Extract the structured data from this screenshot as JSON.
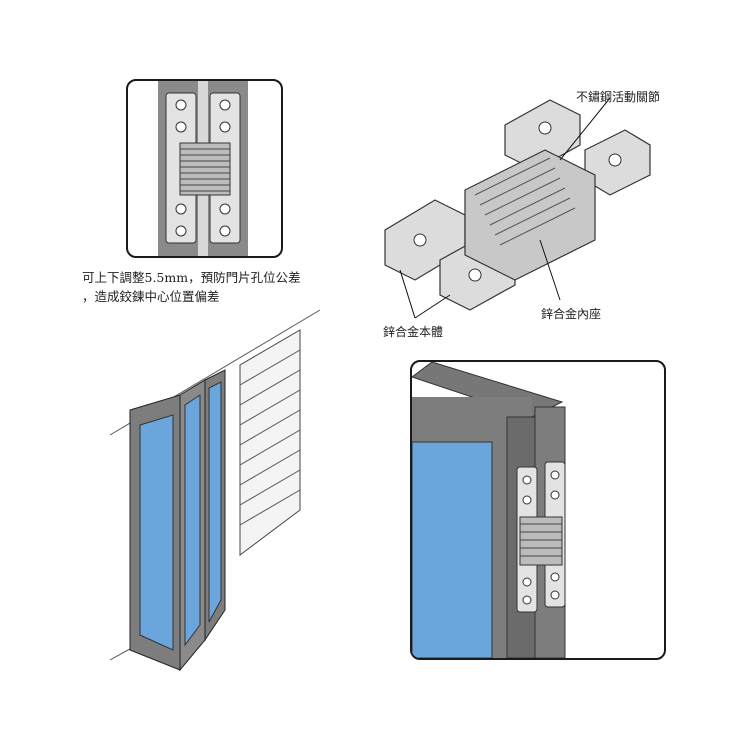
{
  "caption": {
    "line1": "可上下調整5.5mm，預防門片孔位公差",
    "line2": "，造成鉸鍊中心位置偏差"
  },
  "callouts": {
    "stainless_joint": "不鏽鋼活動關節",
    "zinc_inner_seat": "鋅合金內座",
    "zinc_body": "鋅合金本體"
  },
  "colors": {
    "glass": "#6aa6dc",
    "frame": "#7d7d7d",
    "frame_dark": "#5e5e5e",
    "hinge_metal": "#cfcfcf",
    "outline": "#1a1a1a"
  }
}
